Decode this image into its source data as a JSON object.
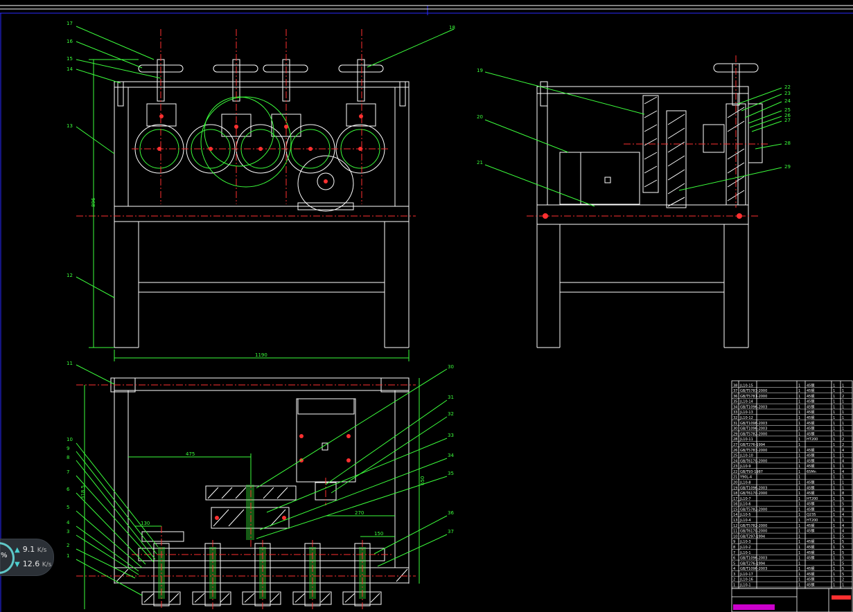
{
  "front_view": {
    "callouts": [
      "17",
      "16",
      "15",
      "14",
      "13",
      "12",
      "18"
    ],
    "dim_height": "896",
    "dim_width": "1190"
  },
  "side_view": {
    "callouts": [
      "19",
      "20",
      "21",
      "22",
      "23",
      "24",
      "25",
      "26",
      "27",
      "28",
      "29"
    ]
  },
  "top_view": {
    "callouts": [
      "11",
      "10",
      "9",
      "8",
      "7",
      "6",
      "5",
      "4",
      "3",
      "2",
      "1",
      "30",
      "31",
      "32",
      "33",
      "34",
      "35",
      "36",
      "37"
    ],
    "dim_left": "318.5",
    "dim_right": "650",
    "dim_inner": "475",
    "dim_a": "270",
    "dim_b": "150",
    "dim_c": "130"
  },
  "bom_rows": [
    [
      "38",
      "JL10-15",
      "",
      "1",
      "45钢",
      "1",
      "1"
    ],
    [
      "37",
      "GB/T5783-2000",
      "",
      "1",
      "45钢",
      "1",
      "1"
    ],
    [
      "36",
      "GB/T5781-2000",
      "",
      "1",
      "45钢",
      "1",
      "2"
    ],
    [
      "35",
      "JL10-14",
      "",
      "1",
      "45钢",
      "1",
      "1"
    ],
    [
      "34",
      "GB/T1096-2003",
      "",
      "1",
      "45钢",
      "1",
      "1"
    ],
    [
      "33",
      "JL10-13",
      "",
      "1",
      "45钢",
      "1",
      "1"
    ],
    [
      "32",
      "JL10-12",
      "",
      "1",
      "45钢",
      "1",
      "1"
    ],
    [
      "31",
      "GB/T1096-2003",
      "",
      "1",
      "45钢",
      "1",
      "1"
    ],
    [
      "30",
      "GB/T1096-2003",
      "",
      "1",
      "45钢",
      "1",
      "1"
    ],
    [
      "29",
      "GB/T5782-2000",
      "",
      "1",
      "45钢",
      "1",
      "1"
    ],
    [
      "28",
      "JL10-11",
      "",
      "1",
      "HT200",
      "1",
      "2"
    ],
    [
      "27",
      "GB/T276-1994",
      "",
      "1",
      "",
      "1",
      "2"
    ],
    [
      "26",
      "GB/T5783-2000",
      "",
      "1",
      "45钢",
      "1",
      "4"
    ],
    [
      "25",
      "JL10-10",
      "",
      "1",
      "45钢",
      "1",
      "1"
    ],
    [
      "24",
      "GB/T6170-2000",
      "",
      "1",
      "45钢",
      "1",
      "4"
    ],
    [
      "23",
      "JL10-9",
      "",
      "1",
      "45钢",
      "1",
      "1"
    ],
    [
      "22",
      "GB/T93-1987",
      "",
      "1",
      "65Mn",
      "1",
      "4"
    ],
    [
      "21",
      "Y90L-4",
      "",
      "1",
      "",
      "1",
      "1"
    ],
    [
      "20",
      "JL10-8",
      "",
      "1",
      "45钢",
      "1",
      "1"
    ],
    [
      "19",
      "GB/T1096-2003",
      "",
      "1",
      "45钢",
      "1",
      "1"
    ],
    [
      "18",
      "GB/T6170-2000",
      "",
      "1",
      "45钢",
      "1",
      "8"
    ],
    [
      "17",
      "JL10-7",
      "",
      "1",
      "HT200",
      "1",
      "5"
    ],
    [
      "16",
      "JL10-6",
      "",
      "1",
      "45钢",
      "1",
      "5"
    ],
    [
      "15",
      "GB/T5782-2000",
      "",
      "1",
      "45钢",
      "1",
      "8"
    ],
    [
      "14",
      "JL10-5",
      "",
      "1",
      "Q235",
      "1",
      "4"
    ],
    [
      "13",
      "JL10-4",
      "",
      "1",
      "HT200",
      "1",
      "1"
    ],
    [
      "12",
      "GB/T5782-2000",
      "",
      "1",
      "45钢",
      "1",
      "4"
    ],
    [
      "11",
      "GB/T6170-2000",
      "",
      "1",
      "45钢",
      "1",
      "4"
    ],
    [
      "10",
      "GB/T297-1994",
      "",
      "1",
      "",
      "1",
      "5"
    ],
    [
      "9",
      "JL10-3",
      "",
      "1",
      "45钢",
      "1",
      "5"
    ],
    [
      "8",
      "JL10-2",
      "",
      "1",
      "45钢",
      "1",
      "5"
    ],
    [
      "7",
      "JL10-1",
      "",
      "1",
      "45钢",
      "1",
      "5"
    ],
    [
      "6",
      "GB/T1096-2003",
      "",
      "1",
      "45钢",
      "1",
      "5"
    ],
    [
      "5",
      "GB/T276-1994",
      "",
      "1",
      "",
      "1",
      "5"
    ],
    [
      "4",
      "GB/T1096-2003",
      "",
      "1",
      "45钢",
      "1",
      "5"
    ],
    [
      "3",
      "JL10-17",
      "",
      "1",
      "45钢",
      "1",
      "5"
    ],
    [
      "2",
      "JL10-16",
      "",
      "1",
      "45钢",
      "1",
      "2"
    ],
    [
      "1",
      "JL10-1",
      "",
      "1",
      "45钢",
      "1",
      "1"
    ]
  ],
  "speed": {
    "percent": "%",
    "up_value": "9.1",
    "down_value": "12.6",
    "unit": "K/s"
  }
}
